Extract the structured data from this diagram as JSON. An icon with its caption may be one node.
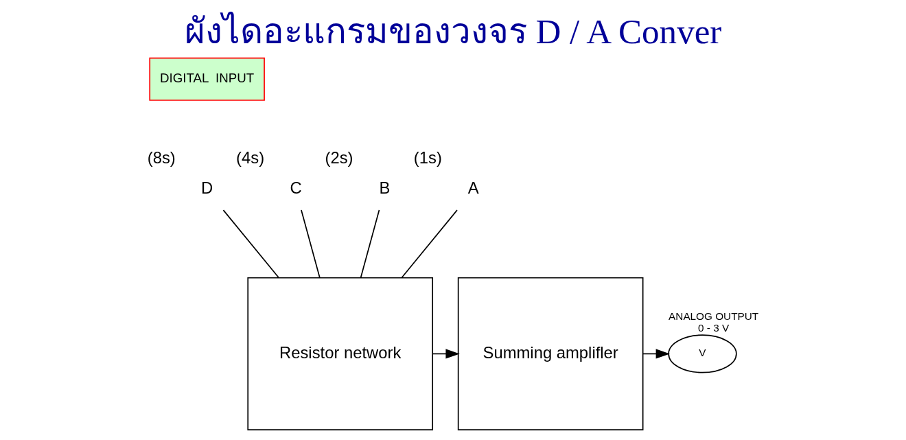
{
  "diagram": {
    "title": "ผังไดอะแกรมของวงจร D / A Conver",
    "nodes": [
      {
        "text": [
          "DIGITAL  INPUT"
        ]
      },
      {
        "text": [
          "D"
        ],
        "beside": [
          "(8s)"
        ]
      },
      {
        "text": [
          "C"
        ],
        "beside": [
          "(4s)"
        ]
      },
      {
        "text": [
          "B"
        ],
        "beside": [
          "(2s)"
        ]
      },
      {
        "text": [
          "A"
        ],
        "beside": [
          "(1s)"
        ]
      },
      {
        "text": [
          "Resistor network"
        ]
      },
      {
        "text": [
          "Summing amplifler"
        ]
      },
      {
        "text": [
          "V"
        ],
        "beside": [
          "ANALOG OUTPUT",
          "0 - 3 V"
        ]
      }
    ],
    "edges": [
      {
        "from": 4,
        "to": 5,
        "arrow": "none"
      },
      {
        "from": 3,
        "to": 5,
        "arrow": "none"
      },
      {
        "from": 2,
        "to": 5,
        "arrow": "none"
      },
      {
        "from": 1,
        "to": 5,
        "arrow": "none"
      },
      {
        "from": 5,
        "to": 6,
        "arrow": "to"
      },
      {
        "from": 6,
        "to": 7,
        "arrow": "to"
      }
    ]
  }
}
